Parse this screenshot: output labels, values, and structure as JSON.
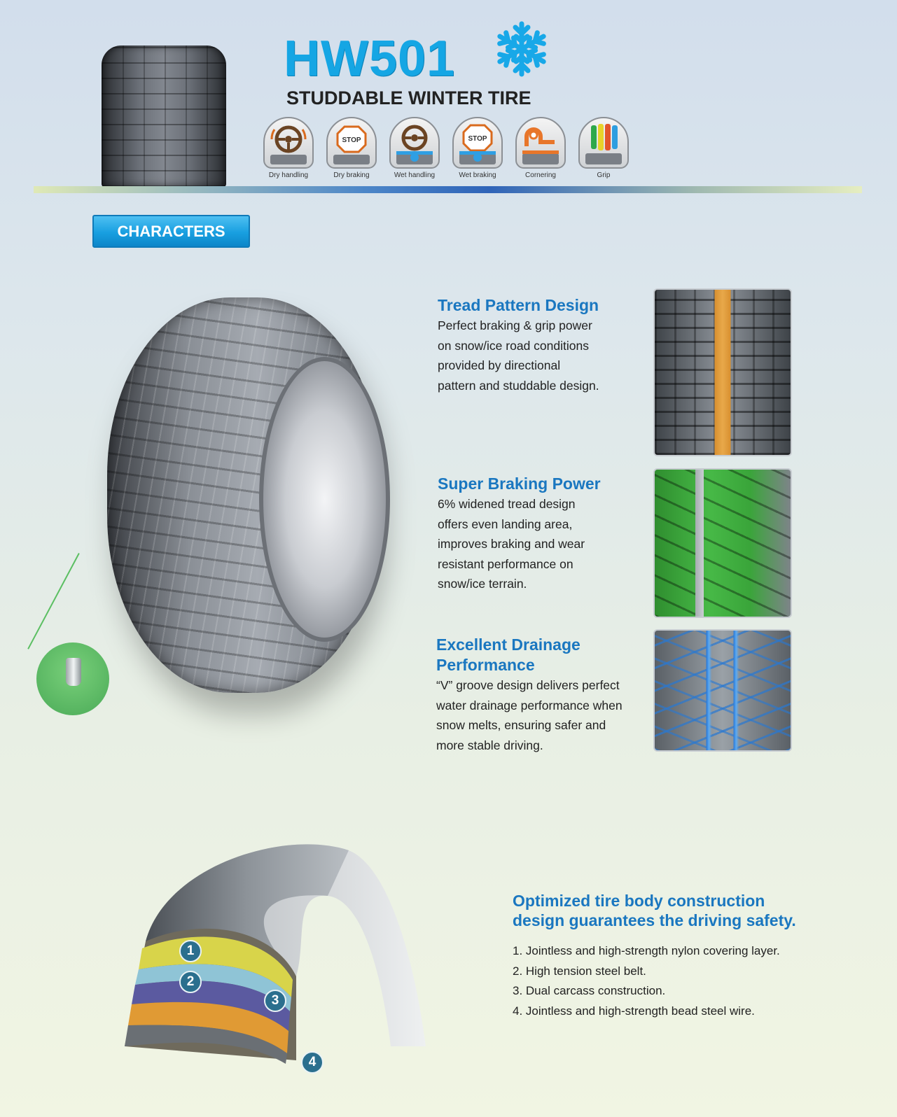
{
  "header": {
    "model": "HW501",
    "subtitle": "STUDDABLE WINTER TIRE",
    "snowflake_icon": "snowflake-icon",
    "performance": [
      {
        "label": "Dry handling",
        "icon": "steering-wheel-icon"
      },
      {
        "label": "Dry braking",
        "icon": "stop-sign-icon"
      },
      {
        "label": "Wet handling",
        "icon": "steering-wheel-water-icon"
      },
      {
        "label": "Wet braking",
        "icon": "stop-sign-water-icon"
      },
      {
        "label": "Cornering",
        "icon": "cornering-icon"
      },
      {
        "label": "Grip",
        "icon": "grip-heatmap-icon"
      }
    ]
  },
  "section_button": "CHARACTERS",
  "features": [
    {
      "title": "Tread Pattern Design",
      "lines": [
        "Perfect braking & grip power",
        "on snow/ice road conditions",
        "provided by directional",
        "pattern and studdable design."
      ]
    },
    {
      "title": "Super Braking Power",
      "lines": [
        "6% widened tread design",
        "offers even landing area,",
        "improves braking and wear",
        "resistant performance on",
        "snow/ice terrain."
      ]
    },
    {
      "title_lines": [
        "Excellent Drainage",
        "Performance"
      ],
      "lines": [
        "“V” groove design delivers perfect",
        "water drainage performance when",
        "snow melts, ensuring safer and",
        "more stable driving."
      ]
    }
  ],
  "construction": {
    "title_lines": [
      "Optimized tire body construction",
      "design guarantees the driving safety."
    ],
    "items": [
      "1. Jointless and high-strength nylon covering layer.",
      "2.  High tension steel belt.",
      "3.  Dual carcass construction.",
      "4. Jointless and high-strength  bead steel wire."
    ],
    "markers": [
      "1",
      "2",
      "3",
      "4"
    ]
  },
  "colors": {
    "accent_blue": "#1a77c0",
    "model_blue": "#15a6e4",
    "stud_green": "#4aaa57"
  }
}
